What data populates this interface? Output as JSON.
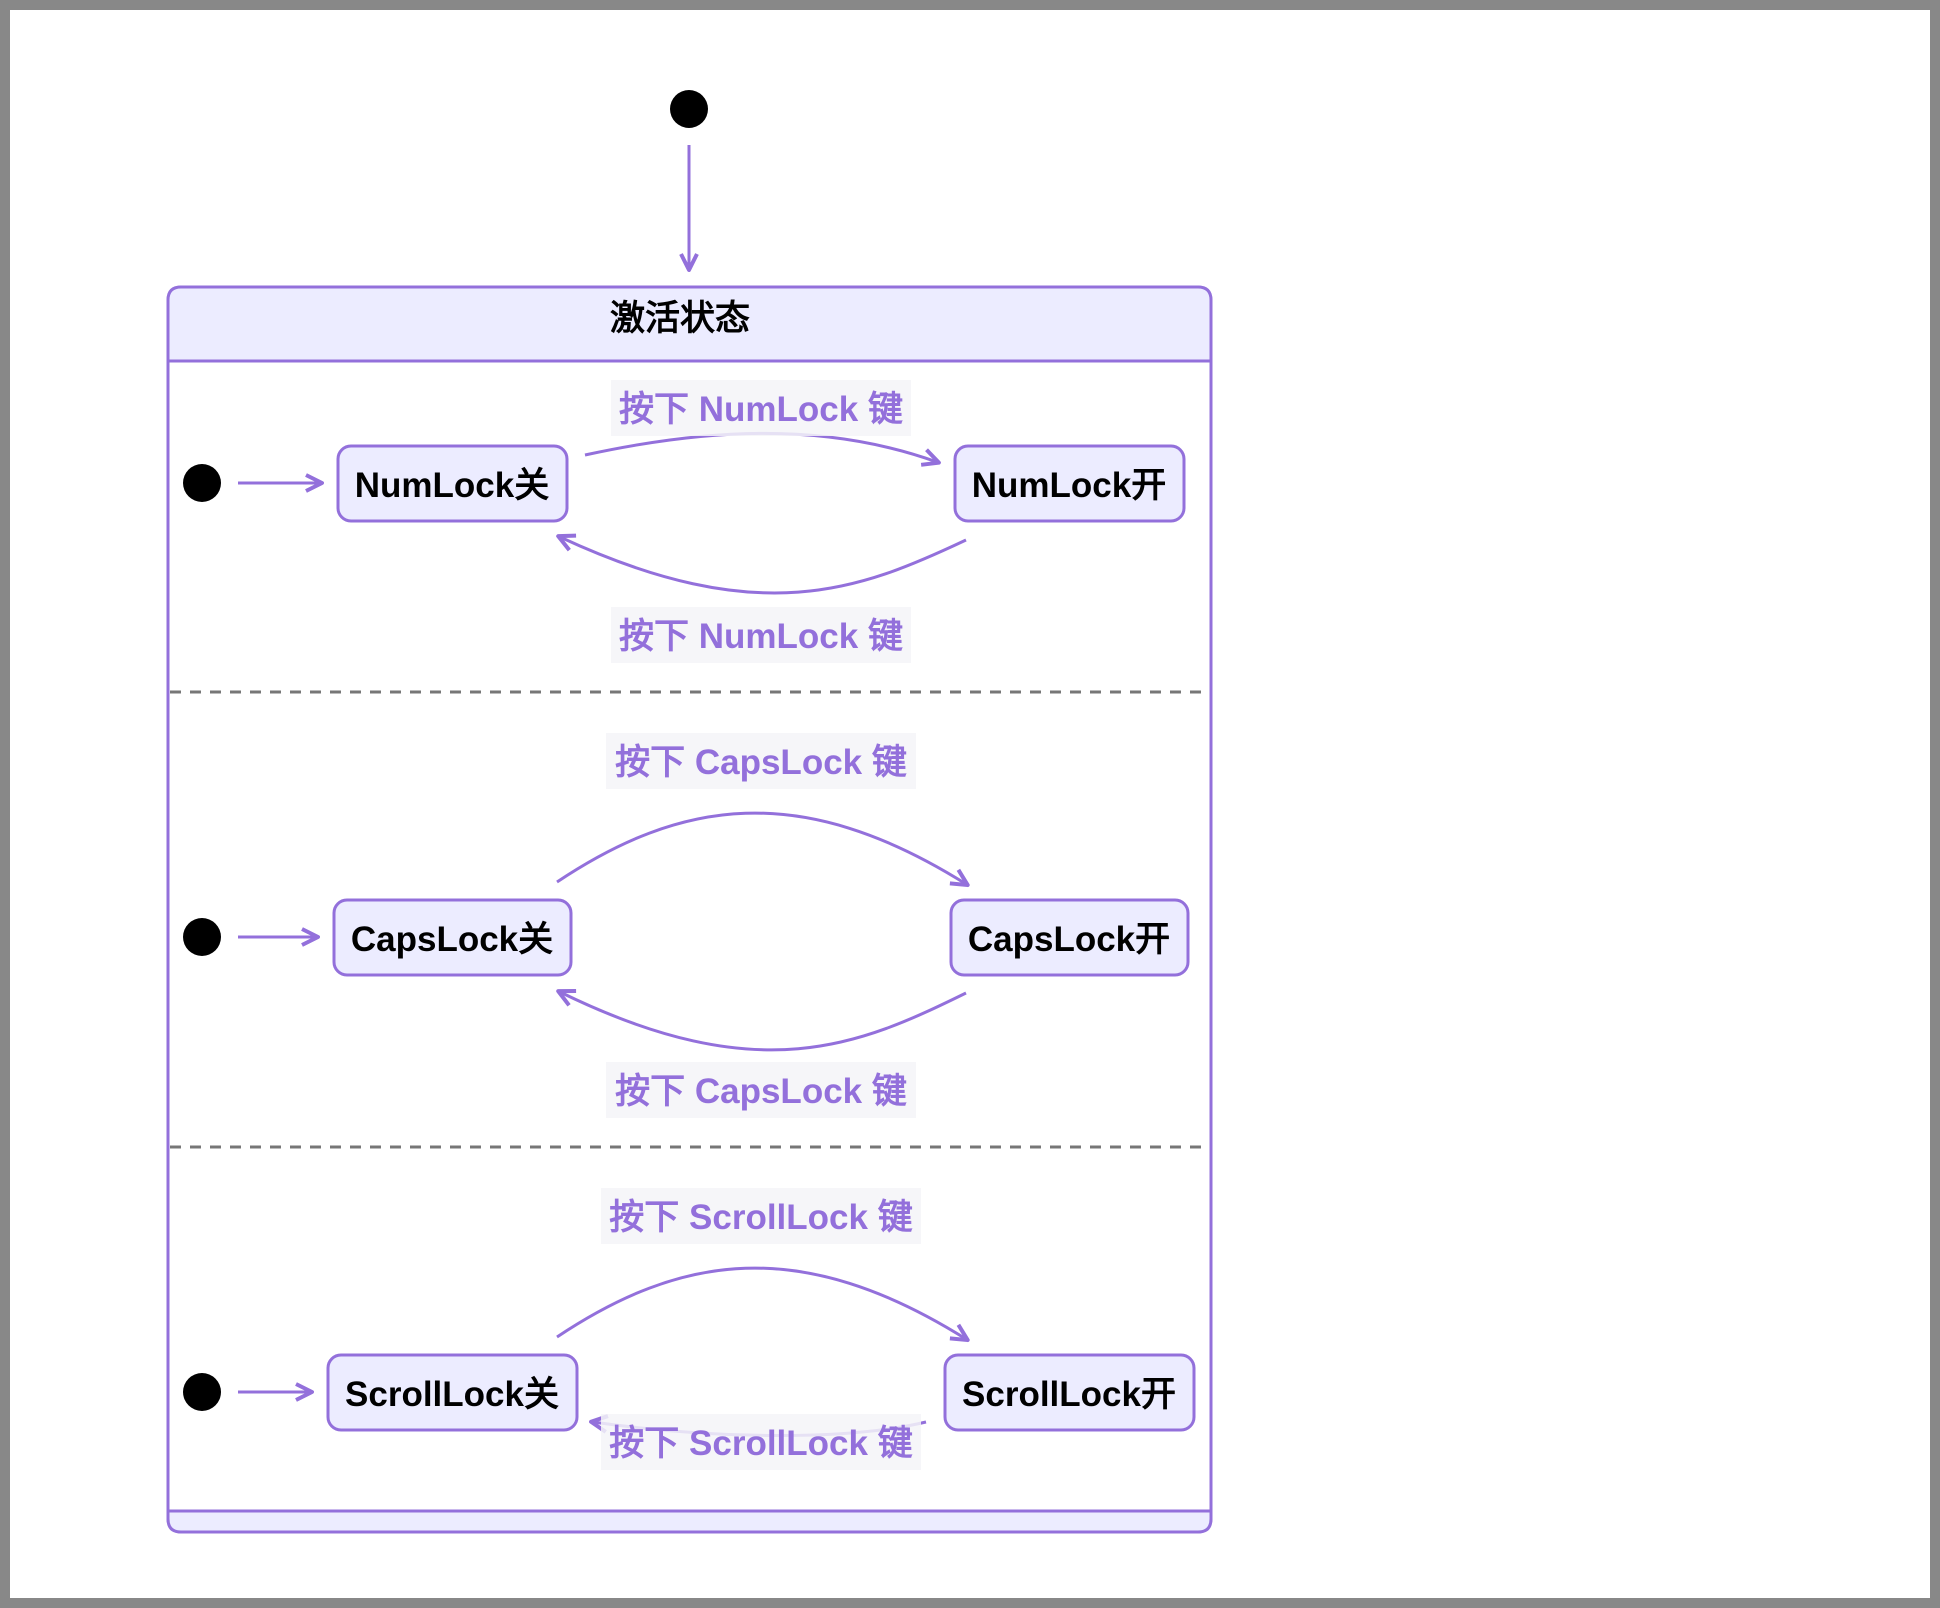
{
  "diagram": {
    "composite_title": "激活状态",
    "regions": [
      {
        "off_state": "NumLock关",
        "on_state": "NumLock开",
        "to_on_label": "按下 NumLock 键",
        "to_off_label": "按下 NumLock 键"
      },
      {
        "off_state": "CapsLock关",
        "on_state": "CapsLock开",
        "to_on_label": "按下 CapsLock 键",
        "to_off_label": "按下 CapsLock 键"
      },
      {
        "off_state": "ScrollLock关",
        "on_state": "ScrollLock开",
        "to_on_label": "按下 ScrollLock 键",
        "to_off_label": "按下 ScrollLock 键"
      }
    ]
  },
  "colors": {
    "stroke": "#9370db",
    "fill": "#ececff",
    "label_bg": "#f4f4f8",
    "divider": "#777777",
    "dot": "#000000"
  }
}
